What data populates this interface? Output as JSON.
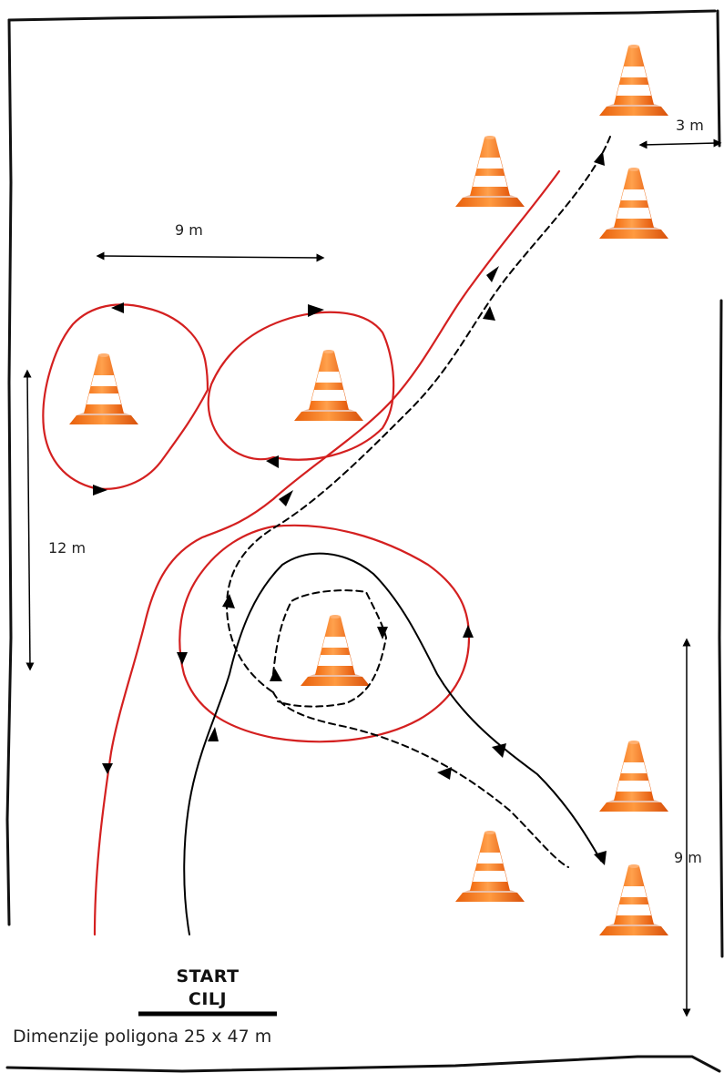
{
  "labels": {
    "dim_9m_top": "9 m",
    "dim_3m": "3 m",
    "dim_12m": "12 m",
    "dim_9m_right": "9 m"
  },
  "start_label": "START",
  "finish_label": "CILJ",
  "caption": "Dimenzije poligona 25 x 47 m",
  "colors": {
    "red_path": "#d42020",
    "black_path": "#000000",
    "cone_orange": "#f47a1f",
    "cone_stripe": "#ffffff"
  },
  "icons": [
    "traffic-cone-icon",
    "arrowhead-icon",
    "dimension-arrow-icon"
  ]
}
